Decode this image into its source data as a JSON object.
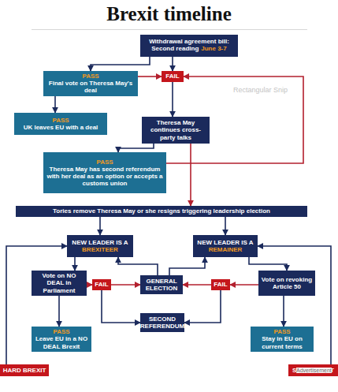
{
  "diagram": {
    "title": "Brexit timeline",
    "nodes": [
      {
        "text": [
          "Withdrawal agreement bill: Second reading",
          "June 3-7"
        ]
      },
      {
        "text": [
          "PASS",
          "Final vote on Theresa May's deal"
        ]
      },
      {
        "text": [
          "FAIL"
        ]
      },
      {
        "text": [
          "PASS",
          "UK leaves EU with a deal"
        ]
      },
      {
        "text": [
          "Theresa May continues cross-party talks"
        ]
      },
      {
        "text": [
          "PASS",
          "Theresa May has second referendum with her deal as an option or accepts a customs union"
        ]
      },
      {
        "text": [
          "Tories remove Theresa May or she resigns triggering leadership election"
        ]
      },
      {
        "text": [
          "NEW LEADER IS A",
          "BREXITEER"
        ]
      },
      {
        "text": [
          "NEW LEADER IS A",
          "REMAINER"
        ]
      },
      {
        "text": [
          "Vote on NO DEAL in Parliament"
        ]
      },
      {
        "text": [
          "FAIL"
        ]
      },
      {
        "text": [
          "GENERAL ELECTION"
        ]
      },
      {
        "text": [
          "FAIL"
        ]
      },
      {
        "text": [
          "Vote on revoking Article 50"
        ]
      },
      {
        "text": [
          "SECOND REFERENDUM"
        ]
      },
      {
        "text": [
          "PASS",
          "Leave EU in a NO DEAL Brexit"
        ]
      },
      {
        "text": [
          "PASS",
          "Stay in EU on current terms"
        ]
      },
      {
        "text": [
          "HARD BREXIT"
        ]
      },
      {
        "text": [
          "SOFT BREXIT"
        ]
      }
    ],
    "edges": [
      {
        "from": 0,
        "to": 1,
        "arrow": "to"
      },
      {
        "from": 0,
        "to": 2,
        "arrow": "to"
      },
      {
        "from": 1,
        "to": 3,
        "arrow": "to"
      },
      {
        "from": 1,
        "to": 2,
        "arrow": "to"
      },
      {
        "from": 2,
        "to": 4,
        "arrow": "to"
      },
      {
        "from": 4,
        "to": 5,
        "arrow": "to"
      },
      {
        "from": 4,
        "to": 6,
        "arrow": "to"
      },
      {
        "from": 5,
        "to": 2,
        "arrow": "to"
      },
      {
        "from": 6,
        "to": 7,
        "arrow": "to"
      },
      {
        "from": 6,
        "to": 8,
        "arrow": "to"
      },
      {
        "from": 7,
        "to": 9,
        "arrow": "to"
      },
      {
        "from": 9,
        "to": 10,
        "arrow": "to"
      },
      {
        "from": 10,
        "to": 11,
        "arrow": "to"
      },
      {
        "from": 9,
        "to": 15,
        "arrow": "to"
      },
      {
        "from": 8,
        "to": 13,
        "arrow": "to"
      },
      {
        "from": 13,
        "to": 12,
        "arrow": "to"
      },
      {
        "from": 12,
        "to": 11,
        "arrow": "to"
      },
      {
        "from": 13,
        "to": 16,
        "arrow": "to"
      },
      {
        "from": 10,
        "to": 14,
        "arrow": "to"
      },
      {
        "from": 12,
        "to": 14,
        "arrow": "to"
      },
      {
        "from": 11,
        "to": 7,
        "arrow": "to"
      },
      {
        "from": 11,
        "to": 8,
        "arrow": "to"
      },
      {
        "from": 17,
        "to": 7,
        "arrow": "to"
      },
      {
        "from": 18,
        "to": 8,
        "arrow": "to"
      }
    ],
    "labels": [
      "Rectangular Snip",
      "Advertisement"
    ]
  }
}
